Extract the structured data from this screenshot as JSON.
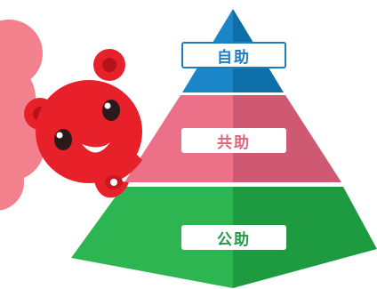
{
  "pyramid": {
    "top_label": "自助",
    "middle_label": "共助",
    "bottom_label": "公助"
  },
  "colors": {
    "top": "#1a7fc1",
    "middle": "#e8677f",
    "bottom": "#27b04e",
    "mascot": "#e8202a"
  },
  "icons": {
    "mascot": "red-bear-mascot-icon",
    "cloud": "pink-cloud-icon"
  }
}
